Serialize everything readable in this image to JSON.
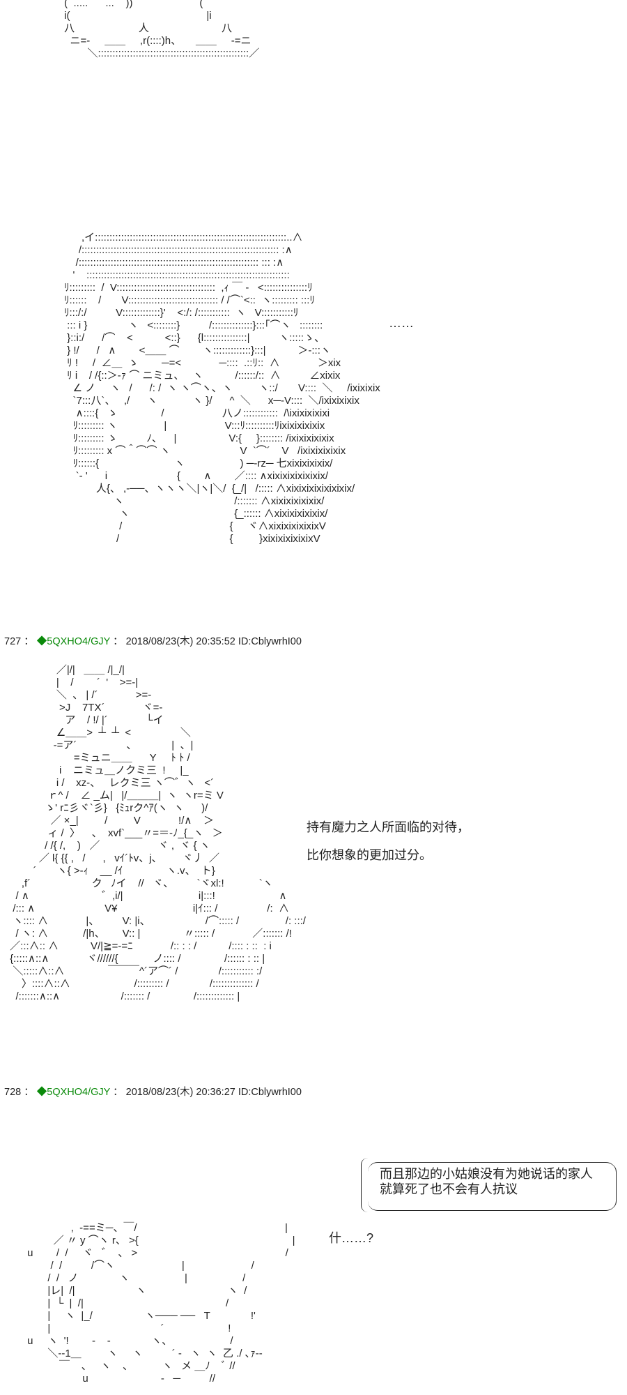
{
  "art": {
    "top": " (  .....      ...    ))                       (\n i(                                               |i\n 八                      人                         八\n   ニ=-     ＿＿     ,r(::::)h、     ＿＿     -=ニ\n         ＼::::::::::::::::::::::::::::::::::::::::::::::::::::／",
    "second": "      ,イ::::::::::::::::::::::::::::::::::::::::::::::::::::::::::::::::::..∧\n     /:::::::::::::::::::::::::::::::::::::::::::::::::::::::::::::::::::: :∧\n    /:::::::::::::::::::::::::::::::::::::::::::::::::::::::::::::: ::: :∧\n   '    ::::::::::::::::::::::::::::::::::::::::::::::::::::::::::::::::::::::\nﾘ:::::::::  /  V::::::::::::::::::::::::::::::::::  ,ｨ ￣ ‐   <:::::::::::::::ﾘ\nﾘ::::::    /       V::::::::::::::::::::::::::::::: / /⌒`<::  ヽ::::::::: :::ﾘ\nﾘ:::/:/          V:::::::::::::}'    <:/: /:::::::::::  ヽ   V:::::::::::ﾘ\n ::: i }              ヽ   <::::::::}          /::::::::::::::}:::｢⌒ヽ   ::::::::\n }::i:/      /⌒    <           <::}      {l:::::::::::::::|          ヽ:::::ゝ、\n } !/      /   ∧        <＿＿ ⌒        ヽ:::::::::::::}:::|           ＞-:::ヽ\n ﾘ !     /  ∠＿  ゝ        ─=<             ─::::  .::ﾘ::  ∧             ＞xix\n ﾘ i    / /{::＞-ｧ ⌒ ニミュ、   ヽ           /::::::/::  ∧          ∠xixix\n   ∠ ノ     ヽ   /      /: /  ヽ ヽ⌒ヽ、ヽ         ヽ::/       V::::  ＼     /ixixixix\n   `7:::八`、   ,/      ヽ            ヽ }/      ^  ＼      x─-V::::  ＼/ixixixixix\n    ∧::::{   ゝ               /                    八ノ::::::::::::  /\\ixixixixixi\n   ﾘ::::::::: ヽ                |                    V:::ﾘ::::::::::ﾘixixixixixix\n   ﾘ::::::::: ゝ          ﾉ、    |                  V:{     }:::::::: /ixixixixixix\n   ﾘ::::::::: x ⌒＾⌒⌒ ヽ                        V  `⌒´    V   /ixixixixixix\n   ﾘ::::::{                          ヽ                   ) ─-rz─ 七xixixixixix/\n    `‐ '      i                        {        ∧        ／:::: ∧xixixixixixixix/\n           人{、 ,‐──、ヽヽヽ＼|ヽ|＼/  {_/|   /::::: ∧xixixixixixixixix/\n                 ヽ                                      /::::::: ∧xixixixixixix/\n                   ヽ                                    {_:::::: ∧xixixixixixix/\n                   /                                     {     ヾ∧xixixixixixixV\n                  /                                      {         }xixixixixixixV",
    "third": "                 ／|/|   ＿＿ /|_/|\n                 |    /        ´  '    >=-|\n                 ＼  、 | /´             >=-\n                  >J    7TX´             ヾ=-\n                    ア    / !/ |´             └イ\n                 ∠＿＿>  ┴  ┴  <                 ＼\n                -=ア´                 、            |  、|\n                       =ミュニ＿＿      Y     ﾄ ﾄ /\n                  i    ニミュ＿ノクミ三  !     |_\n                 i /    xz-、   レクミ三 ヽ⌒゛ヽ   <´\n              ｒ^ /    ∠ _ム|   |/＿＿＿|  ヽ  ヽr=ミ V\n             ゝ' rﾆ彡ヾ`彡}   {ﾐｭrク^ｱ(ヽ  ヽ      )/\n               ／ ×_|         /         V             !/∧    ＞\n              ィ /  〉    、  xvf`___〃=＝-ﾉ_{_ヽ   ＞\n             / /{ /,    )   ／                    ヾ ,  ヾ { ヽ\n           ／ l{ {{ ,   /      ,   vｲ´ﾄv、j、       ヾ丿  ／\n         ´       ヽ{ >-ｨ    __ /ｲ               ヽ.v、  ト}\n     ,f´                     ク   ﾉイ    //   ヾ、        `ヾxl:!            `ヽ\n   / ∧                         ゛,i/|                          i|:::!                      ∧\n  /::: ∧                        V¥                          i|ｲ::: /                 /:  ∧\n  ヽ:::: ∧             |、        V: |i、                   /⌒::::: /                /: :::/\n   / ヽ: ∧            /|h、      V:: |               〃::::: /             ／::::::: /!\n ／:::∧:: ∧           V/|≧=-=ﾆ             /:: : : /           /:::: : ::  : i\n {:::::∧::∧             ヾ//////{            ノ:::: /               /:::::: : :: |\n  ＼:::::∧::∧               ￣￣￣^´ア⌒´ /              /::::::::::: :/\n     〉::::∧::∧                      /::::::::: /              /:::::::::::::: /\n   /:::::::∧::∧                     /::::::: /               /::::::::::::: |",
    "fourth": "                      ,  -==ミ─、￣/                                                   |\n                ／ 〃 y ⌒ヽ r、 >{                                                     |\n       u        /  /     ヾ   ゛  、 >                                                   /\n               /  /          /⌒ヽ                       |                       /\n              /  /   ノ              ヽ                   |                   /\n              |レ|  /|                     ヽ                            ヽ  /\n              |  └  |  /|                                                 /\n              |     ヽ  |_/                  ヽ─── ──   T              !'\n              |                                      ´                      !\n       u     ヽ  '!        ‐    ‐              ヽ、                    /\n              ＼--1＿         ヽ     ヽ          ´ -   ヽ  ヽ  乙 ./ ､ｧ‐‐\n                  ￣    、   ヽ    、          ヽ   メ ＿ﾉ    ﾞ //\n                          u                         ‐   ─          //"
  },
  "posts": [
    {
      "number": "727",
      "sep": "：",
      "trip": "◆5QXHO4/GJY",
      "sep2": "：",
      "datetime": "2018/08/23(木) 20:35:52",
      "id": "ID:CblywrhI00"
    },
    {
      "number": "728",
      "sep": "：",
      "trip": "◆5QXHO4/GJY",
      "sep2": "：",
      "datetime": "2018/08/23(木) 20:36:27",
      "id": "ID:CblywrhI00"
    }
  ],
  "dialogue": {
    "ellipsis": "……",
    "line1": "持有魔力之人所面临的对待，",
    "line2": "比你想象的更加过分。",
    "bubble_line1": "而且那边的小姑娘没有为她说话的家人",
    "bubble_line2": "就算死了也不会有人抗议",
    "what": "什……?"
  },
  "colors": {
    "trip": "#0a8a0a",
    "text": "#222222"
  }
}
